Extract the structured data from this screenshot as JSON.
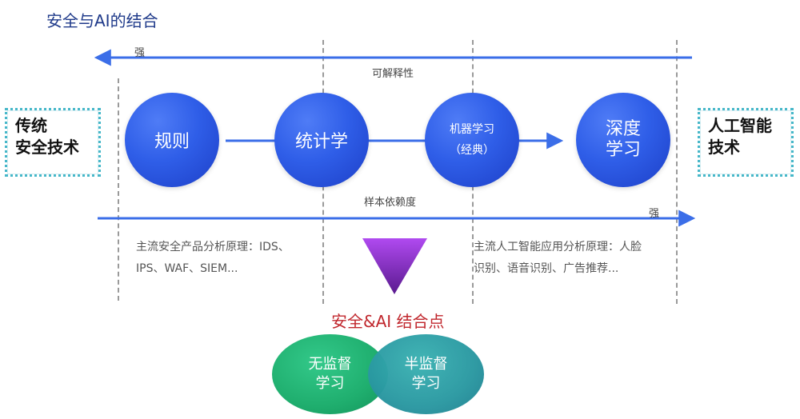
{
  "title": "安全与AI的结合",
  "top_axis": {
    "label": "可解释性",
    "end_label": "强"
  },
  "bottom_axis": {
    "label": "样本依赖度",
    "end_label": "强"
  },
  "left_box": {
    "line1": "传统",
    "line2": "安全技术"
  },
  "right_box": {
    "line1": "人工智能",
    "line2": "技术"
  },
  "nodes": [
    {
      "line1": "规则",
      "line2": ""
    },
    {
      "line1": "统计学",
      "line2": ""
    },
    {
      "line1": "机器学习",
      "line2": "（经典）"
    },
    {
      "line1": "深度",
      "line2": "学习"
    }
  ],
  "left_desc": {
    "line1": "主流安全产品分析原理：IDS、",
    "line2": "IPS、WAF、SIEM..."
  },
  "right_desc": {
    "line1": "主流人工智能应用分析原理：人脸",
    "line2": "识别、语音识别、广告推荐..."
  },
  "merge_label": "安全&AI 结合点",
  "unsupervised": {
    "line1": "无监督",
    "line2": "学习"
  },
  "semisupervised": {
    "line1": "半监督",
    "line2": "学习"
  },
  "colors": {
    "title": "#1f3a8a",
    "arrow": "#3b6ee8",
    "node": "#2f5ee8",
    "box_border": "#46b7c9",
    "merge_label": "#c0262c",
    "triangle_top": "#b04af0",
    "triangle_bottom": "#5a1a8f",
    "green": "#23b37a",
    "teal": "#2f9aa8"
  }
}
